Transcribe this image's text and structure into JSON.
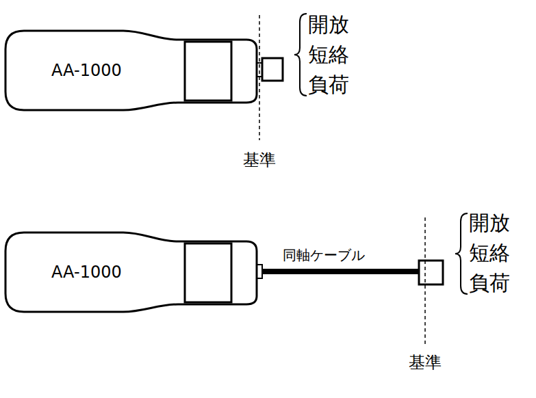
{
  "diagram": {
    "nodes": [
      {
        "text": [
          "AA-1000"
        ]
      },
      {
        "text": [
          "AA-1000"
        ]
      }
    ],
    "labels": [
      "開放",
      "短絡",
      "負荷",
      "基準",
      "同軸ケーブル",
      "開放",
      "短絡",
      "負荷",
      "基準"
    ]
  }
}
